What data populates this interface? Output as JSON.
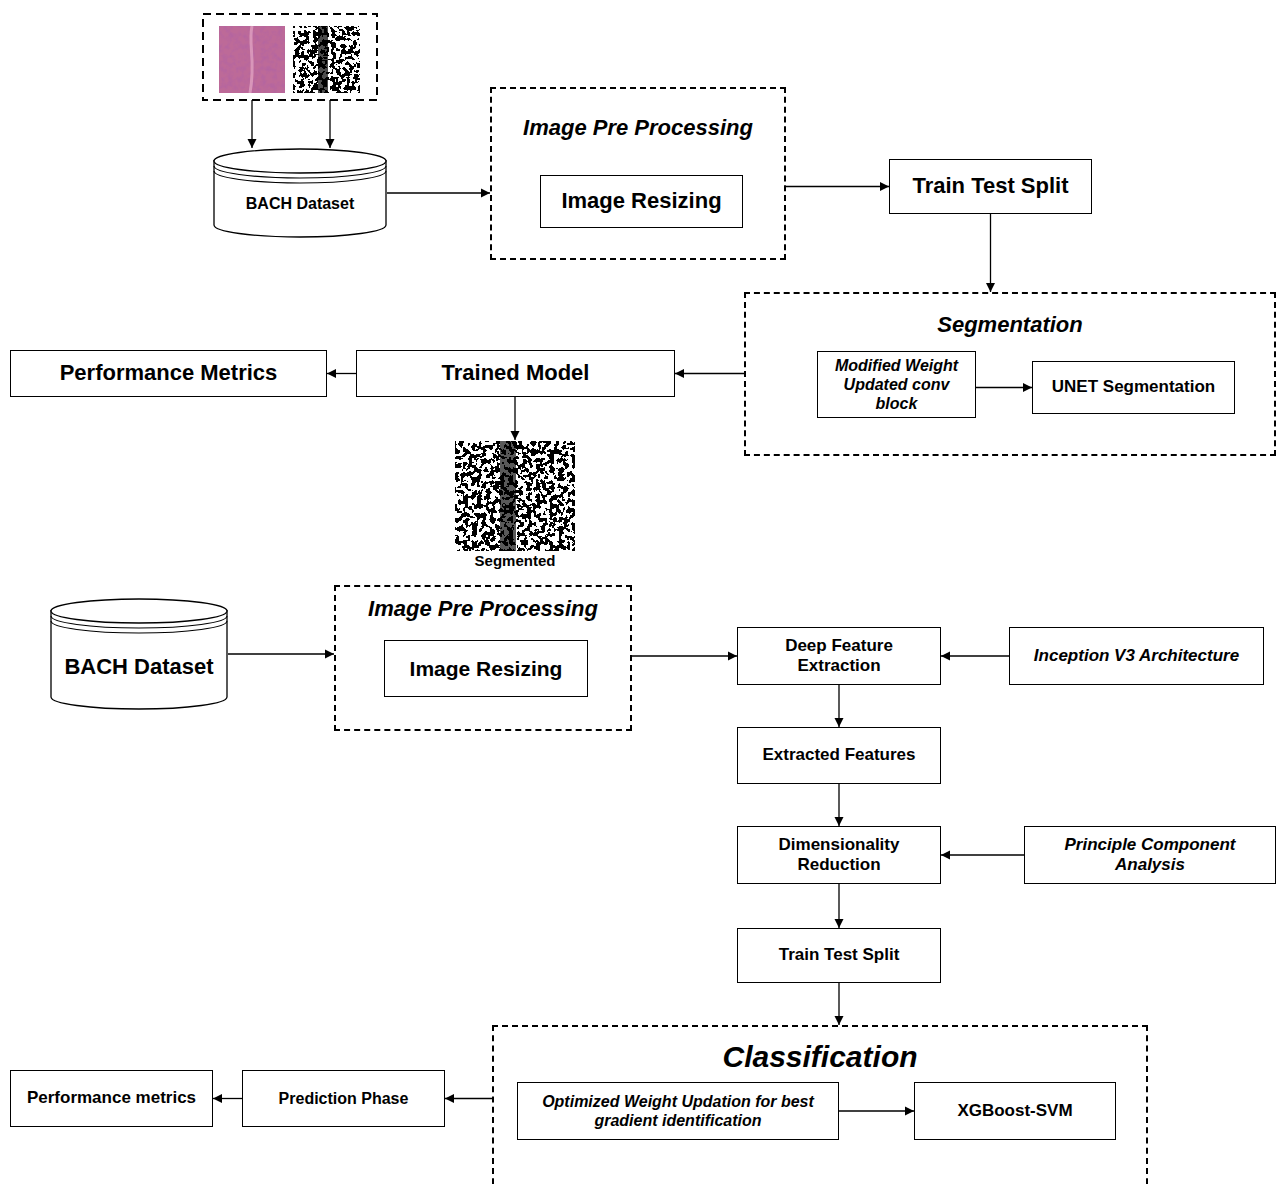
{
  "diagram": {
    "nodes": [
      {
        "text": [
          "BACH Dataset"
        ]
      },
      {
        "text": [
          "Image Pre Processing"
        ]
      },
      {
        "text": [
          "Image Resizing"
        ],
        "in": 1
      },
      {
        "text": [
          "Train Test Split"
        ]
      },
      {
        "text": [
          "Segmentation"
        ]
      },
      {
        "text": [
          "Modified Weight Updated conv block"
        ],
        "in": 4
      },
      {
        "text": [
          "UNET Segmentation"
        ],
        "in": 4
      },
      {
        "text": [
          "Trained Model"
        ]
      },
      {
        "text": [
          "Performance Metrics"
        ]
      },
      {
        "text": [
          "BACH Dataset"
        ]
      },
      {
        "text": [
          "Image Pre Processing"
        ]
      },
      {
        "text": [
          "Image Resizing"
        ],
        "in": 10
      },
      {
        "text": [
          "Deep Feature Extraction"
        ]
      },
      {
        "text": [
          "Inception V3 Architecture"
        ]
      },
      {
        "text": [
          "Extracted Features"
        ]
      },
      {
        "text": [
          "Dimensionality Reduction"
        ]
      },
      {
        "text": [
          "Principle Component Analysis"
        ]
      },
      {
        "text": [
          "Train Test Split"
        ]
      },
      {
        "text": [
          "Classification"
        ]
      },
      {
        "text": [
          "Optimized  Weight Updation for best gradient identification"
        ],
        "in": 18
      },
      {
        "text": [
          "XGBoost-SVM"
        ],
        "in": 18
      },
      {
        "text": [
          "Prediction Phase"
        ]
      },
      {
        "text": [
          "Performance metrics"
        ]
      }
    ],
    "edges": [
      {
        "from": 0,
        "to": 1,
        "arrow": "to"
      },
      {
        "from": 1,
        "to": 3,
        "arrow": "to"
      },
      {
        "from": 3,
        "to": 4,
        "arrow": "to"
      },
      {
        "from": 5,
        "to": 6,
        "arrow": "to"
      },
      {
        "from": 4,
        "to": 7,
        "arrow": "to"
      },
      {
        "from": 7,
        "to": 8,
        "arrow": "to"
      },
      {
        "from": 9,
        "to": 10,
        "arrow": "to"
      },
      {
        "from": 10,
        "to": 12,
        "arrow": "to"
      },
      {
        "from": 13,
        "to": 12,
        "arrow": "to"
      },
      {
        "from": 12,
        "to": 14,
        "arrow": "to"
      },
      {
        "from": 14,
        "to": 15,
        "arrow": "to"
      },
      {
        "from": 16,
        "to": 15,
        "arrow": "to"
      },
      {
        "from": 15,
        "to": 17,
        "arrow": "to"
      },
      {
        "from": 17,
        "to": 18,
        "arrow": "to"
      },
      {
        "from": 19,
        "to": 20,
        "arrow": "to"
      },
      {
        "from": 18,
        "to": 21,
        "arrow": "to"
      },
      {
        "from": 21,
        "to": 22,
        "arrow": "to"
      }
    ],
    "labels": [
      "Segmented"
    ]
  }
}
